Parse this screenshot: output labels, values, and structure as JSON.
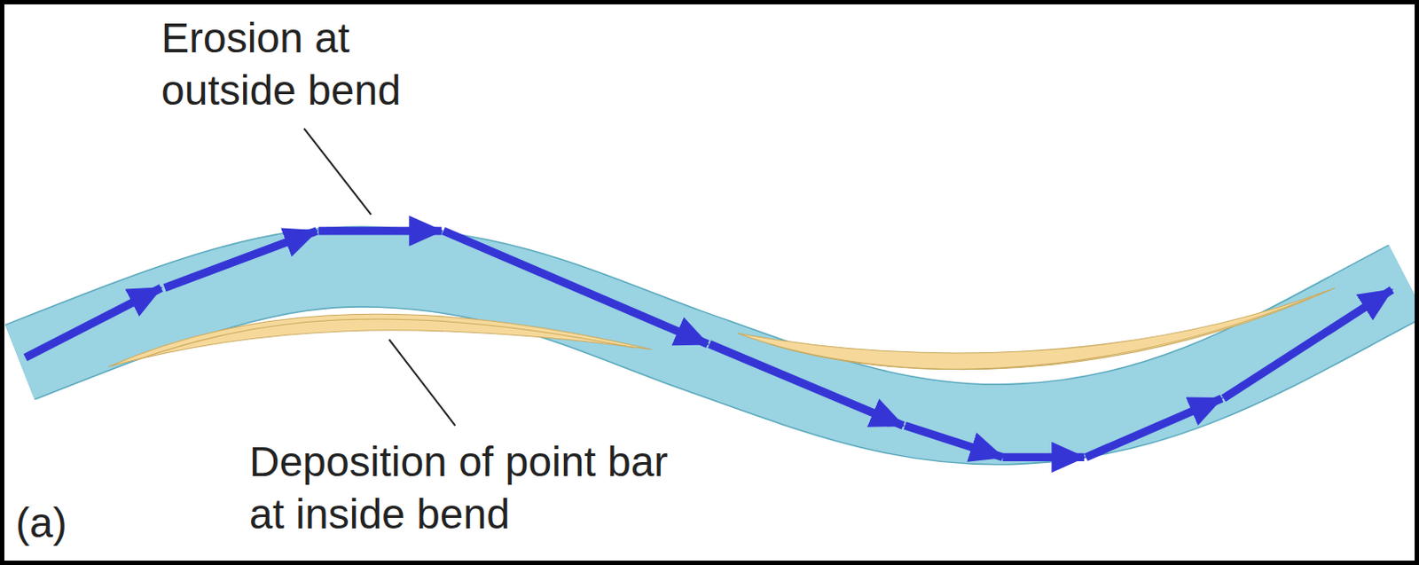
{
  "diagram": {
    "labels": [
      "Erosion at outside bend",
      "Deposition of point bar at inside bend",
      "(a)"
    ]
  }
}
